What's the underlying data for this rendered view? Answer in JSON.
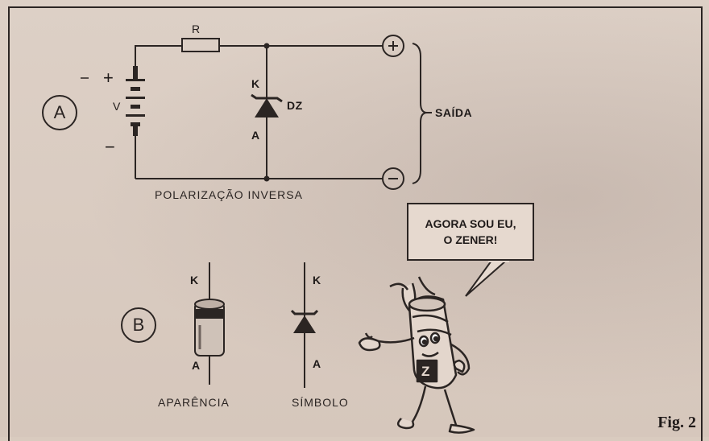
{
  "figure_label": "Fig. 2",
  "panel_a": {
    "tag": "A",
    "resistor_label": "R",
    "battery_plus": "+",
    "battery_minus": "−",
    "battery_label": "V",
    "cathode_label": "K",
    "anode_label": "A",
    "diode_label": "DZ",
    "output_label": "SAÍDA",
    "caption": "POLARIZAÇÃO INVERSA"
  },
  "panel_b": {
    "tag": "B",
    "appearance": {
      "cathode_label": "K",
      "anode_label": "A",
      "caption": "APARÊNCIA"
    },
    "symbol": {
      "cathode_label": "K",
      "anode_label": "A",
      "caption": "SÍMBOLO"
    }
  },
  "speech_bubble": {
    "line1": "AGORA SOU EU,",
    "line2": "O ZENER!"
  },
  "mascot": {
    "badge_letter": "Z"
  }
}
